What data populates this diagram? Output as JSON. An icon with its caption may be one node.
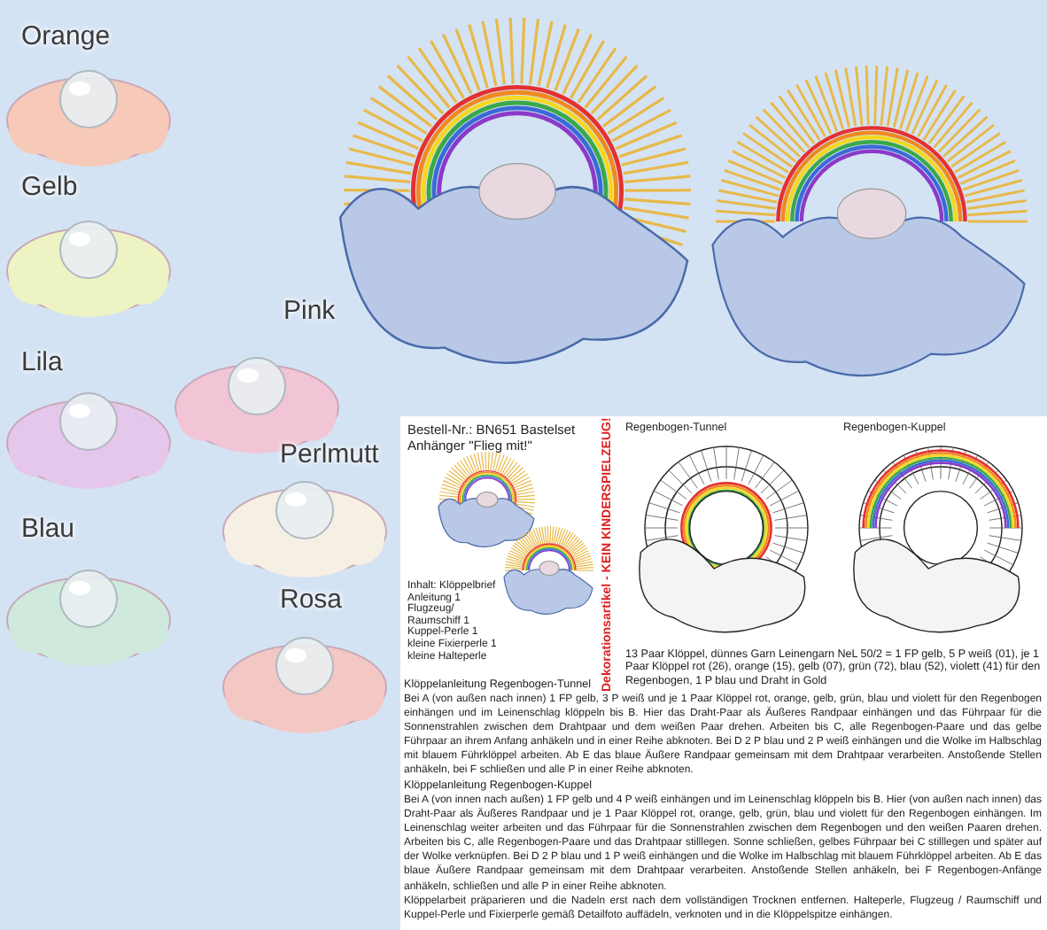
{
  "diagram": {
    "labels": [
      "Orange",
      "Gelb",
      "Pink",
      "Lila",
      "Perlmutt",
      "Blau",
      "Rosa",
      "Bestell-Nr.: BN651 Bastelset Anhänger \"Flieg mit!\"",
      "Inhalt: Klöppelbrief Anleitung 1 Flugzeug/ Raumschiff 1 Kuppel-Perle 1 kleine Fixierperle 1 kleine Halteperle",
      "Dekorationsartikel - KEIN KINDERSPIELZEUG!",
      "Regenbogen-Tunnel",
      "Regenbogen-Kuppel",
      "13 Paar Klöppel, dünnes Garn Leinengarn NeL 50/2 = 1 FP gelb, 5 P weiß (01), je 1 Paar Klöppel rot (26), orange (15), gelb (07), grün (72), blau (52), violett (41) für den Regenbogen, 1 P blau und Draht in Gold",
      "Klöppelanleitung Regenbogen-Tunnel",
      "Bei A (von außen nach innen) 1 FP gelb, 3 P weiß und je 1 Paar Klöppel rot, orange, gelb, grün, blau und violett für den Regenbogen einhängen und im Leinenschlag klöppeln bis B. Hier das Draht-Paar als Äußeres Randpaar einhängen und das Führpaar für die Sonnenstrahlen zwischen dem Drahtpaar und dem weißen Paar drehen. Arbeiten bis C, alle Regenbogen-Paare und das gelbe Führpaar an ihrem Anfang anhäkeln und in einer Reihe abknoten. Bei D 2 P blau und 2 P weiß einhängen und die Wolke im Halbschlag mit blauem Führklöppel arbeiten. Ab E das blaue Äußere Randpaar gemeinsam mit dem Drahtpaar verarbeiten. Anstoßende Stellen anhäkeln, bei F schließen und alle P in einer Reihe abknoten.",
      "Klöppelanleitung Regenbogen-Kuppel",
      "Bei A (von innen nach außen) 1 FP gelb und 4 P weiß einhängen und im Leinenschlag klöppeln bis B. Hier (von außen nach innen) das Draht-Paar als Äußeres Randpaar und je 1 Paar Klöppel rot, orange, gelb, grün, blau und violett für den Regenbogen einhängen. Im Leinenschlag weiter arbeiten und das Führpaar für die Sonnenstrahlen zwischen dem Regenbogen und den weißen Paaren drehen. Arbeiten bis C, alle Regenbogen-Paare und das Drahtpaar stilllegen. Sonne schließen, gelbes Führpaar bei C stilllegen und später auf der Wolke verknüpfen. Bei D 2 P blau und 1 P weiß einhängen und die Wolke im Halbschlag mit blauem Führklöppel arbeiten. Ab E das blaue Äußere Randpaar gemeinsam mit dem Drahtpaar verarbeiten. Anstoßende Stellen anhäkeln, bei F Regenbogen-Anfänge anhäkeln, schließen und alle P in einer Reihe abknoten.",
      "Klöppelarbeit präparieren und die Nadeln erst nach dem vollständigen Trocknen entfernen. Halteperle, Flugzeug / Raumschiff und Kuppel-Perle und Fixierperle gemäß Detailfoto auffädeln, verknoten und in die Klöppelspitze einhängen."
    ]
  }
}
